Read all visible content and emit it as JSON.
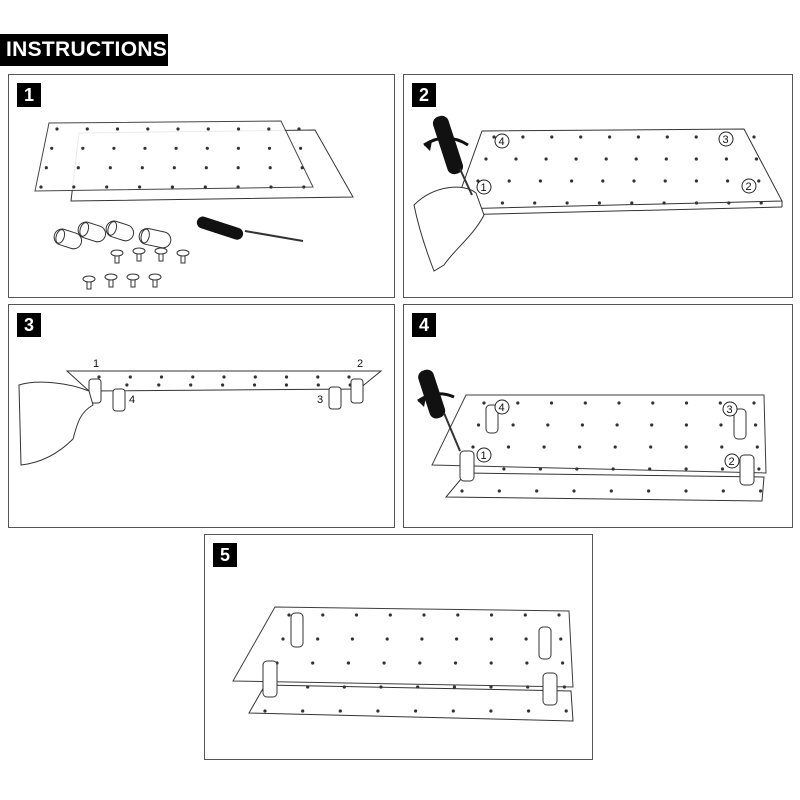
{
  "header": {
    "title": "INSTRUCTIONS"
  },
  "steps": [
    {
      "number": "1"
    },
    {
      "number": "2",
      "callouts": [
        "4",
        "3",
        "1",
        "2"
      ]
    },
    {
      "number": "3",
      "callouts": [
        "1",
        "2",
        "4",
        "3"
      ]
    },
    {
      "number": "4",
      "callouts": [
        "4",
        "3",
        "1",
        "2"
      ]
    },
    {
      "number": "5"
    }
  ]
}
